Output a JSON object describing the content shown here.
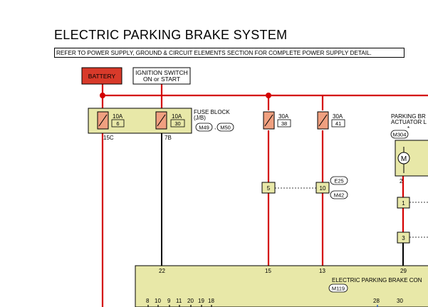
{
  "title": "ELECTRIC PARKING BRAKE SYSTEM",
  "note": "REFER TO POWER SUPPLY, GROUND & CIRCUIT ELEMENTS SECTION FOR COMPLETE POWER SUPPLY DETAIL.",
  "battery": {
    "label": "BATTERY"
  },
  "ignition": {
    "line1": "IGNITION SWITCH",
    "line2": "ON or START"
  },
  "fuse_block": {
    "line1": "FUSE BLOCK",
    "line2": "(J/B)",
    "connectors": [
      "M49",
      "M50"
    ]
  },
  "fuses": [
    {
      "amp": "10A",
      "num": "6",
      "pin": "15C"
    },
    {
      "amp": "10A",
      "num": "30",
      "pin": "7B"
    },
    {
      "amp": "30A",
      "num": "38"
    },
    {
      "amp": "30A",
      "num": "41"
    }
  ],
  "joint": {
    "pins": [
      "5",
      "10"
    ],
    "connectors": [
      "E25",
      "M42"
    ]
  },
  "actuator": {
    "line1": "PARKING BR",
    "line2": "ACTUATOR L",
    "star": "*",
    "connector": "M304",
    "symbol": "M",
    "pin": "2"
  },
  "actuator_pins": [
    "1",
    "3"
  ],
  "controller": {
    "line1": "ELECTRIC PARKING BRAKE CON",
    "connector": "M119",
    "top_pins": [
      "22",
      "15",
      "13",
      "29"
    ],
    "bottom_pins_left": [
      "8",
      "10",
      "9",
      "11",
      "20",
      "19",
      "18"
    ],
    "bottom_pins_right": [
      "28",
      "30"
    ]
  },
  "colors": {
    "wire_power": "#d40000",
    "wire_ground": "#000000",
    "box_fill": "#e8e8a8",
    "battery_fill": "#d83a2a",
    "fuse_fill": "#f0a080"
  }
}
